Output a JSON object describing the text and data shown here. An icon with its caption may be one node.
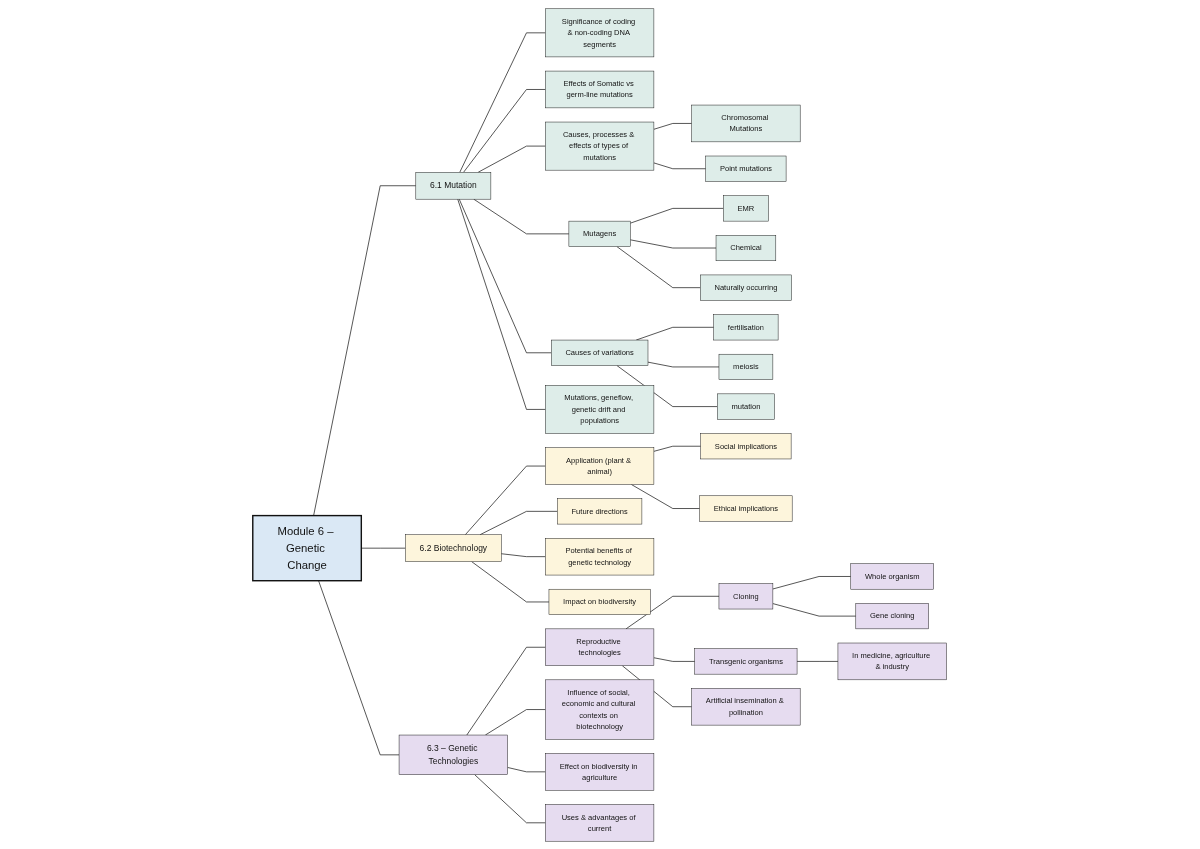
{
  "diagram": {
    "nodes": [
      {
        "text": [
          "Module 6 – Genetic Change"
        ]
      },
      {
        "text": [
          "6.1 Mutation"
        ]
      },
      {
        "text": [
          "Significance of coding & non-coding DNA segments"
        ]
      },
      {
        "text": [
          "Effects of Somatic vs germ-line mutations"
        ]
      },
      {
        "text": [
          "Causes, processes & effects of types of mutations"
        ]
      },
      {
        "text": [
          "Chromosomal Mutations"
        ]
      },
      {
        "text": [
          "Point mutations"
        ]
      },
      {
        "text": [
          "Mutagens"
        ]
      },
      {
        "text": [
          "EMR"
        ]
      },
      {
        "text": [
          "Chemical"
        ]
      },
      {
        "text": [
          "Naturally occurring"
        ]
      },
      {
        "text": [
          "Causes of variations"
        ]
      },
      {
        "text": [
          "fertilisation"
        ]
      },
      {
        "text": [
          "meiosis"
        ]
      },
      {
        "text": [
          "mutation"
        ]
      },
      {
        "text": [
          "Mutations, geneflow, genetic drift and populations"
        ]
      },
      {
        "text": [
          "6.2 Biotechnology"
        ]
      },
      {
        "text": [
          "Application (plant & animal)"
        ]
      },
      {
        "text": [
          "Social implications"
        ]
      },
      {
        "text": [
          "Ethical implications"
        ]
      },
      {
        "text": [
          "Future directions"
        ]
      },
      {
        "text": [
          "Potential benefits of genetic technology"
        ]
      },
      {
        "text": [
          "Impact on biodiversity"
        ]
      },
      {
        "text": [
          "6.3 – Genetic Technologies"
        ]
      },
      {
        "text": [
          "Reproductive technologies"
        ]
      },
      {
        "text": [
          "Cloning"
        ]
      },
      {
        "text": [
          "Whole organism"
        ]
      },
      {
        "text": [
          "Gene cloning"
        ]
      },
      {
        "text": [
          "Transgenic organisms"
        ]
      },
      {
        "text": [
          "In medicine, agriculture & industry"
        ]
      },
      {
        "text": [
          "Artificial insemination & pollination"
        ]
      },
      {
        "text": [
          "Influence of social, economic and cultural contexts on biotechnology"
        ]
      },
      {
        "text": [
          "Effect on biodiversity in agriculture"
        ]
      },
      {
        "text": [
          "Uses & advantages of current"
        ]
      }
    ],
    "edges": [
      {
        "from": 0,
        "to": 1,
        "arrow": "none"
      },
      {
        "from": 1,
        "to": 2,
        "arrow": "none"
      },
      {
        "from": 1,
        "to": 3,
        "arrow": "none"
      },
      {
        "from": 1,
        "to": 4,
        "arrow": "none"
      },
      {
        "from": 4,
        "to": 5,
        "arrow": "none"
      },
      {
        "from": 4,
        "to": 6,
        "arrow": "none"
      },
      {
        "from": 1,
        "to": 7,
        "arrow": "none"
      },
      {
        "from": 7,
        "to": 8,
        "arrow": "none"
      },
      {
        "from": 7,
        "to": 9,
        "arrow": "none"
      },
      {
        "from": 7,
        "to": 10,
        "arrow": "none"
      },
      {
        "from": 1,
        "to": 11,
        "arrow": "none"
      },
      {
        "from": 11,
        "to": 12,
        "arrow": "none"
      },
      {
        "from": 11,
        "to": 13,
        "arrow": "none"
      },
      {
        "from": 11,
        "to": 14,
        "arrow": "none"
      },
      {
        "from": 1,
        "to": 15,
        "arrow": "none"
      },
      {
        "from": 0,
        "to": 16,
        "arrow": "none"
      },
      {
        "from": 16,
        "to": 17,
        "arrow": "none"
      },
      {
        "from": 17,
        "to": 18,
        "arrow": "none"
      },
      {
        "from": 17,
        "to": 19,
        "arrow": "none"
      },
      {
        "from": 16,
        "to": 20,
        "arrow": "none"
      },
      {
        "from": 16,
        "to": 21,
        "arrow": "none"
      },
      {
        "from": 16,
        "to": 22,
        "arrow": "none"
      },
      {
        "from": 0,
        "to": 23,
        "arrow": "none"
      },
      {
        "from": 23,
        "to": 24,
        "arrow": "none"
      },
      {
        "from": 24,
        "to": 25,
        "arrow": "none"
      },
      {
        "from": 25,
        "to": 26,
        "arrow": "none"
      },
      {
        "from": 25,
        "to": 27,
        "arrow": "none"
      },
      {
        "from": 24,
        "to": 28,
        "arrow": "none"
      },
      {
        "from": 28,
        "to": 29,
        "arrow": "none"
      },
      {
        "from": 24,
        "to": 30,
        "arrow": "none"
      },
      {
        "from": 23,
        "to": 31,
        "arrow": "none"
      },
      {
        "from": 23,
        "to": 32,
        "arrow": "none"
      },
      {
        "from": 23,
        "to": 33,
        "arrow": "none"
      }
    ]
  }
}
